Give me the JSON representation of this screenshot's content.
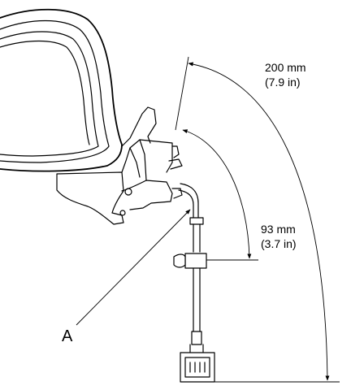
{
  "dimensions": {
    "outer": {
      "metric": "200 mm",
      "imperial": "(7.9 in)"
    },
    "inner": {
      "metric": "93 mm",
      "imperial": "(3.7 in)"
    }
  },
  "callout": {
    "label": "A"
  }
}
